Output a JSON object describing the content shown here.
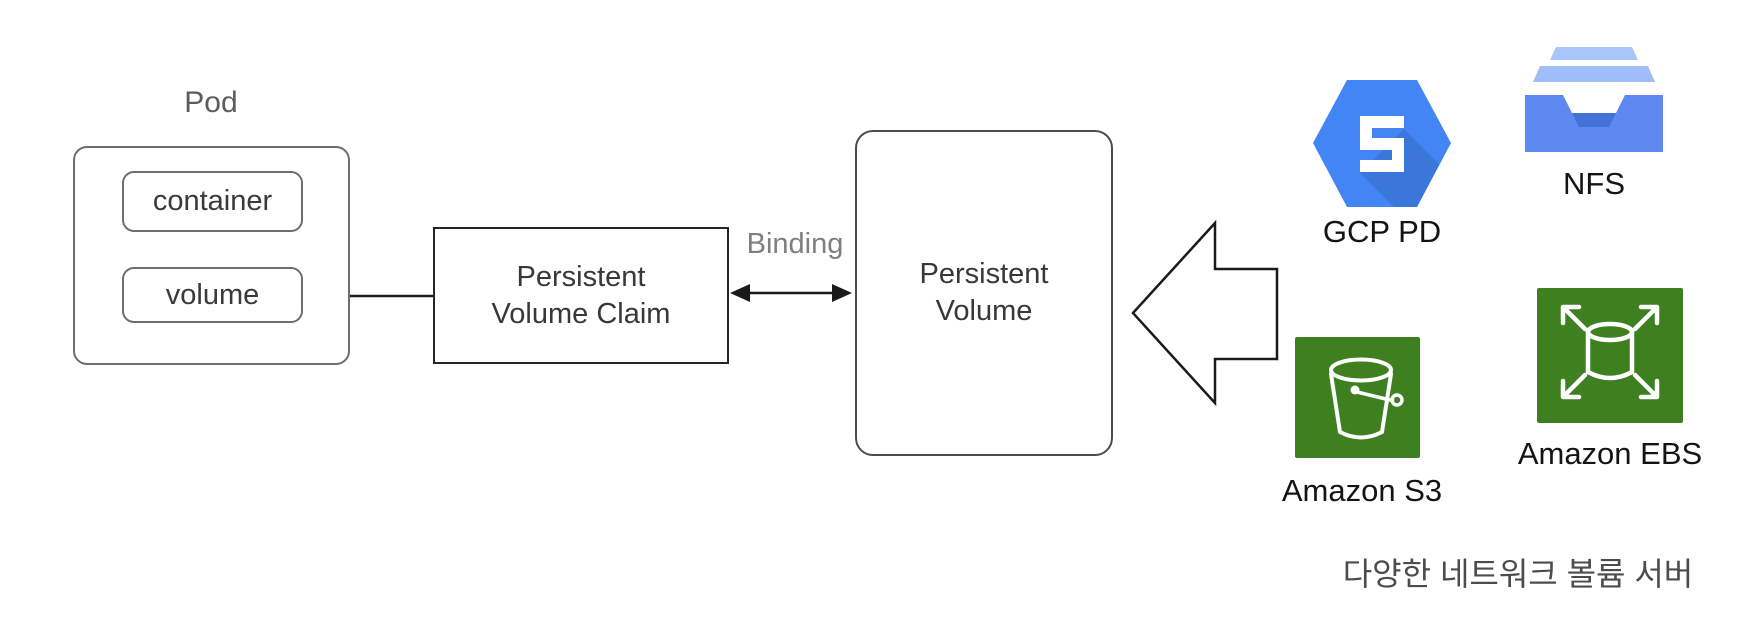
{
  "background": "#ffffff",
  "pod": {
    "title": "Pod",
    "container_label": "container",
    "volume_label": "volume"
  },
  "pvc": {
    "line1": "Persistent",
    "line2": "Volume Claim"
  },
  "binding": {
    "label": "Binding"
  },
  "pv": {
    "line1": "Persistent",
    "line2": "Volume"
  },
  "providers": [
    {
      "name": "gcp-pd",
      "label": "GCP PD",
      "icon": "gcp-persistent-disk-hexagon-icon",
      "color": "#4285f4"
    },
    {
      "name": "nfs",
      "label": "NFS",
      "icon": "nfs-file-tray-icon",
      "color": "#5c88ef"
    },
    {
      "name": "amazon-s3",
      "label": "Amazon S3",
      "icon": "s3-bucket-icon",
      "color": "#3e8020"
    },
    {
      "name": "amazon-ebs",
      "label": "Amazon EBS",
      "icon": "ebs-expand-volume-icon",
      "color": "#3e8020"
    }
  ],
  "caption": "다양한 네트워크 볼륨 서버",
  "arrows": {
    "pvc_to_volume": "single-arrow-left",
    "binding_between_pvc_and_pv": "double-headed-arrow",
    "providers_to_pv": "block-arrow-left"
  },
  "colors": {
    "box_border_gray": "#6e6e6e",
    "box_border_dark": "#262626",
    "arrow_black": "#1a1a1a",
    "label_gray": "#7f7f7f",
    "gcp_blue": "#4285f4",
    "nfs_blue": "#5c88ef",
    "nfs_light_blue": "#a4c2f9",
    "nfs_notch_blue": "#4272d8",
    "aws_green": "#3e8020"
  }
}
